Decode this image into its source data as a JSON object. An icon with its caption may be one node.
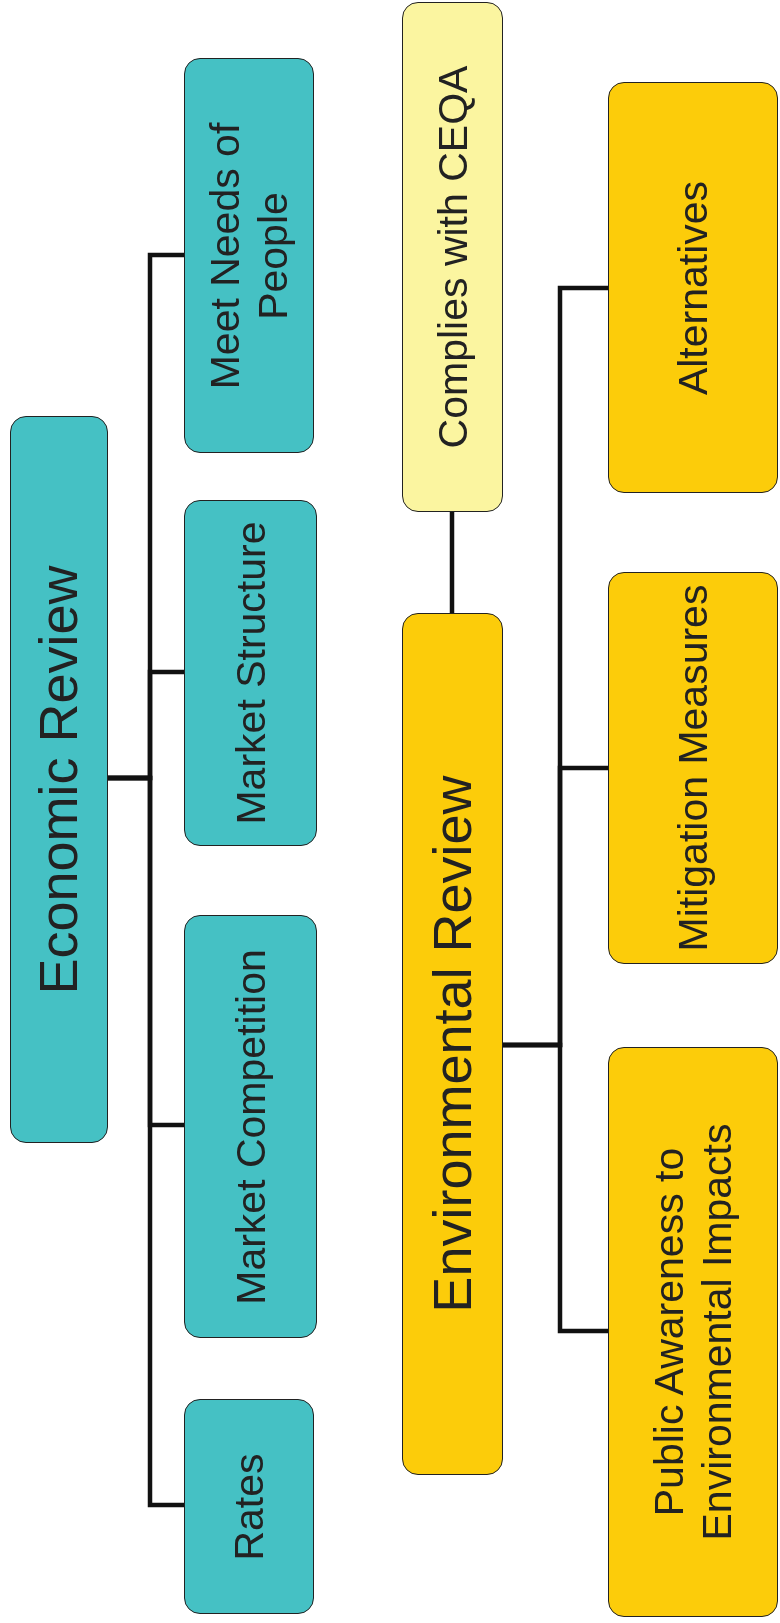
{
  "diagram": {
    "nodes": [
      {
        "text": [
          "Economic Review"
        ]
      },
      {
        "text": [
          "Meet Needs of People"
        ]
      },
      {
        "text": [
          "Market Structure"
        ]
      },
      {
        "text": [
          "Market Competition"
        ]
      },
      {
        "text": [
          "Rates"
        ]
      },
      {
        "text": [
          "Complies with CEQA"
        ]
      },
      {
        "text": [
          "Environmental Review"
        ]
      },
      {
        "text": [
          "Alternatives"
        ]
      },
      {
        "text": [
          "Mitigation Measures"
        ]
      },
      {
        "text": [
          "Public Awareness to Environmental Impacts"
        ]
      }
    ],
    "edges": [
      {
        "from": 0,
        "to": 1,
        "arrow": "none"
      },
      {
        "from": 0,
        "to": 2,
        "arrow": "none"
      },
      {
        "from": 0,
        "to": 3,
        "arrow": "none"
      },
      {
        "from": 0,
        "to": 4,
        "arrow": "none"
      },
      {
        "from": 6,
        "to": 5,
        "arrow": "none"
      },
      {
        "from": 6,
        "to": 7,
        "arrow": "none"
      },
      {
        "from": 6,
        "to": 8,
        "arrow": "none"
      },
      {
        "from": 6,
        "to": 9,
        "arrow": "none"
      }
    ]
  }
}
